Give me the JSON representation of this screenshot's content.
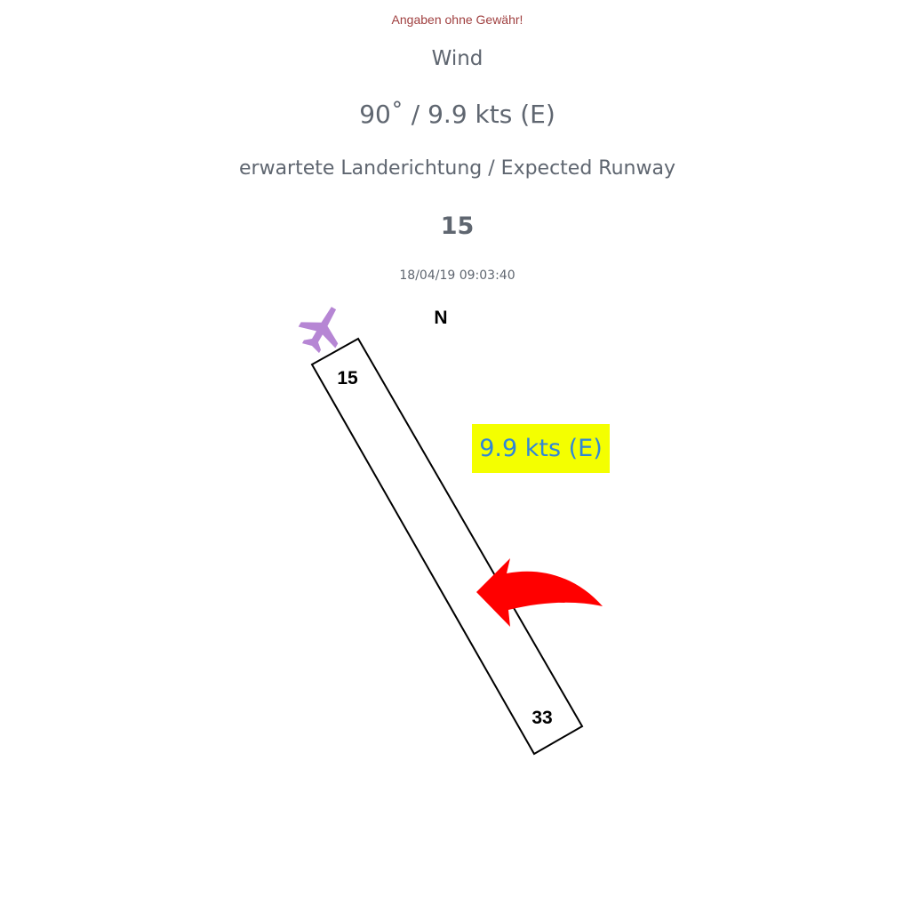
{
  "disclaimer": "Angaben ohne Gewähr!",
  "wind": {
    "heading": "Wind",
    "value": "90˚ / 9.9 kts (E)"
  },
  "runway": {
    "heading": "erwartete Landerichtung / Expected Runway",
    "expected": "15",
    "end_top": "15",
    "end_bottom": "33"
  },
  "timestamp": "18/04/19 09:03:40",
  "compass": {
    "north_label": "N"
  },
  "wind_badge": {
    "text": "9.9 kts (E)"
  },
  "icons": {
    "plane": "airplane-icon",
    "wind_arrow": "curved-arrow-icon"
  },
  "colors": {
    "disclaimer": "#a04040",
    "text": "#5f6670",
    "badge_bg": "#f4ff00",
    "badge_text": "#2f86d8",
    "arrow": "#ff0000",
    "plane": "#b686d4"
  }
}
